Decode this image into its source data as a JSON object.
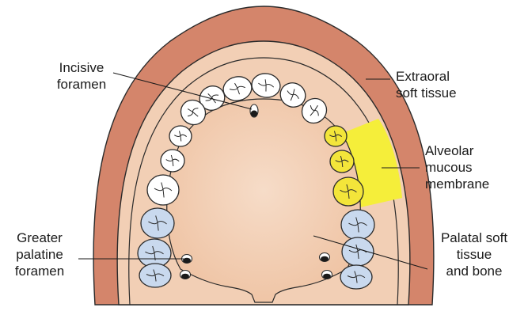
{
  "labels": {
    "incisive_foramen": [
      "Incisive",
      "foramen"
    ],
    "extraoral_soft_tissue": [
      "Extraoral",
      "soft tissue"
    ],
    "alveolar_mucous_membrane": [
      "Alveolar",
      "mucous",
      "membrane"
    ],
    "greater_palatine_foramen": [
      "Greater",
      "palatine",
      "foramen"
    ],
    "palatal_soft_tissue": [
      "Palatal soft",
      "tissue",
      "and bone"
    ]
  },
  "colors": {
    "extraoral": "#d4856b",
    "gum": "#f2cfb5",
    "palate_center": "#f6dcc8",
    "palate_edge": "#efc3a3",
    "highlight": "#f5ee3a",
    "tooth_white": "#ffffff",
    "tooth_blue": "#c9d9ee",
    "tooth_yellow": "#f3e53a",
    "outline": "#2a2a2a"
  }
}
